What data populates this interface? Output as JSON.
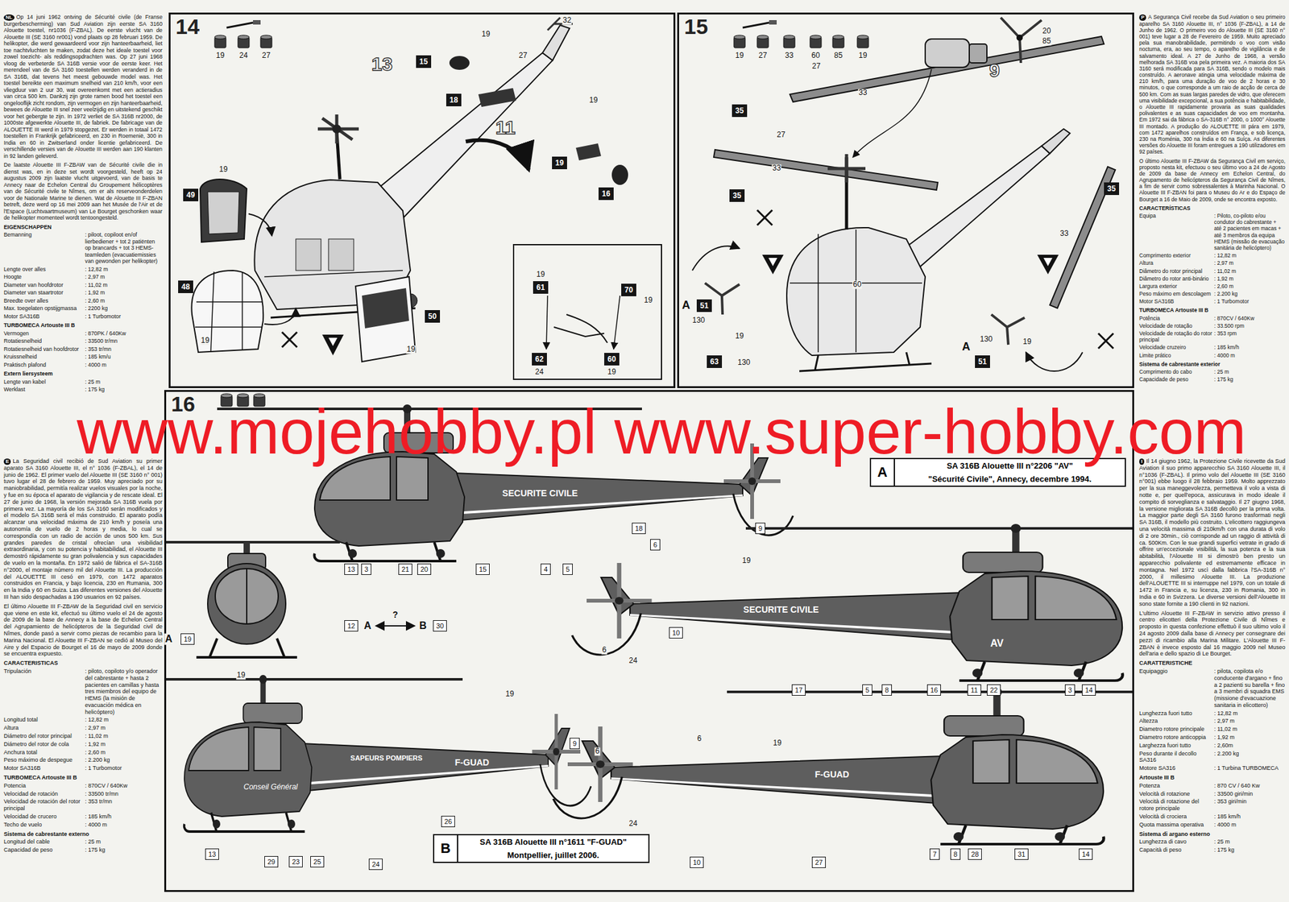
{
  "diagram": {
    "nodes": [
      {
        "text": [
          "14"
        ]
      },
      {
        "text": [
          "15"
        ],
        "in": 0
      },
      {
        "text": [
          "18"
        ],
        "in": 0
      },
      {
        "text": [
          "19"
        ],
        "in": 0
      },
      {
        "text": [
          "16"
        ],
        "in": 0
      },
      {
        "text": [
          "49"
        ],
        "in": 0
      },
      {
        "text": [
          "48"
        ],
        "in": 0
      },
      {
        "text": [
          "50"
        ],
        "in": 0
      },
      {
        "text": [
          "61"
        ],
        "in": 0
      },
      {
        "text": [
          "70"
        ],
        "in": 0
      },
      {
        "text": [
          "62"
        ],
        "in": 0
      },
      {
        "text": [
          "60"
        ],
        "in": 0
      },
      {
        "text": [
          "15"
        ]
      },
      {
        "text": [
          "35"
        ],
        "in": 12
      },
      {
        "text": [
          "35"
        ],
        "in": 12
      },
      {
        "text": [
          "35"
        ],
        "in": 12
      },
      {
        "text": [
          "51"
        ],
        "in": 12
      },
      {
        "text": [
          "63"
        ],
        "in": 12
      },
      {
        "text": [
          "51"
        ],
        "in": 12
      },
      {
        "text": [
          "16"
        ]
      },
      {
        "text": [
          "A",
          "SA 316B Alouette III n°2206 \"AV\"",
          "\"Sécurité Civile\", Annecy, decembre 1994."
        ],
        "in": 19
      },
      {
        "text": [
          "13"
        ],
        "in": 19
      },
      {
        "text": [
          "3"
        ],
        "in": 19
      },
      {
        "text": [
          "21"
        ],
        "in": 19
      },
      {
        "text": [
          "20"
        ],
        "in": 19
      },
      {
        "text": [
          "15"
        ],
        "in": 19
      },
      {
        "text": [
          "4"
        ],
        "in": 19
      },
      {
        "text": [
          "5"
        ],
        "in": 19
      },
      {
        "text": [
          "18"
        ],
        "in": 19
      },
      {
        "text": [
          "9"
        ],
        "in": 19
      },
      {
        "text": [
          "6"
        ],
        "in": 19
      },
      {
        "text": [
          "12"
        ],
        "in": 19
      },
      {
        "text": [
          "30"
        ],
        "in": 19
      },
      {
        "text": [
          "19"
        ],
        "in": 19
      },
      {
        "text": [
          "10"
        ],
        "in": 19
      },
      {
        "text": [
          "17"
        ],
        "in": 19
      },
      {
        "text": [
          "5"
        ],
        "in": 19
      },
      {
        "text": [
          "8"
        ],
        "in": 19
      },
      {
        "text": [
          "16"
        ],
        "in": 19
      },
      {
        "text": [
          "11"
        ],
        "in": 19
      },
      {
        "text": [
          "22"
        ],
        "in": 19
      },
      {
        "text": [
          "3"
        ],
        "in": 19
      },
      {
        "text": [
          "14"
        ],
        "in": 19
      },
      {
        "text": [
          "9"
        ],
        "in": 19
      },
      {
        "text": [
          "13"
        ],
        "in": 19
      },
      {
        "text": [
          "29"
        ],
        "in": 19
      },
      {
        "text": [
          "23"
        ],
        "in": 19
      },
      {
        "text": [
          "25"
        ],
        "in": 19
      },
      {
        "text": [
          "24"
        ],
        "in": 19
      },
      {
        "text": [
          "B",
          "SA 316B Alouette III n°1611 \"F-GUAD\"",
          "Montpellier, juillet 2006."
        ],
        "in": 19
      },
      {
        "text": [
          "26"
        ],
        "in": 19
      },
      {
        "text": [
          "10"
        ],
        "in": 19
      },
      {
        "text": [
          "27"
        ],
        "in": 19
      },
      {
        "text": [
          "7"
        ],
        "in": 19
      },
      {
        "text": [
          "8"
        ],
        "in": 19
      },
      {
        "text": [
          "28"
        ],
        "in": 19
      },
      {
        "text": [
          "31"
        ],
        "in": 19
      },
      {
        "text": [
          "14"
        ],
        "in": 19
      }
    ],
    "labels": [
      "www.mojehobby.pl www.super-hobby.com",
      "19",
      "24",
      "27",
      "32",
      "27",
      "19",
      "13",
      "11",
      "19",
      "19",
      "19",
      "19",
      "19",
      "24",
      "19",
      "19",
      "19",
      "27",
      "33",
      "60",
      "85",
      "19",
      "20",
      "85",
      "27",
      "33",
      "9",
      "27",
      "33",
      "33",
      "60",
      "A",
      "130",
      "19",
      "130",
      "130",
      "19",
      "A",
      "SECURITE CIVILE",
      "19",
      "6",
      "24",
      "SECURITE CIVILE",
      "AV",
      "A",
      "A",
      "?",
      "B",
      "19",
      "Conseil Général",
      "SAPEURS POMPIERS",
      "F-GUAD",
      "19",
      "6",
      "6",
      "24",
      "19",
      "F-GUAD",
      "NL",
      "Op 14 juni 1962 ontving de Sécurité civile (de Franse burgerbescherming) van Sud Aviation zijn eerste SA 3160 Alouette toestel, nr1036 (F-ZBAL). De eerste vlucht van de Alouette III (SE 3160 nr001) vond plaats op 28 februari 1959. De helikopter, die werd gewaardeerd voor zijn hanteerbaarheid, liet toe nachtvluchten te maken, zodat deze het ideale toestel voor zowel toezicht- als reddingsopdrachten was. Op 27 juni 1968 vloog de verbeterde SA 316B versie voor de eerste keer. Het merendeel van de SA 3160 toestellen werden veranderd in de SA 316B, dat tevens het meest gebouwde model was. Het toestel bereikte een maximum snelheid van 210 km/h, voor een vliegduur van 2 uur 30, wat overeenkomt met een actieradius van circa 500 km. Dankzij zijn grote ramen bood het toestel een ongelooflijk zicht rondom, zijn vermogen en zijn hanteerbaarheid, bewees de Alouette III snel zeer veelzijdig en uitstekend geschikt voor het gebergte te zijn. In 1972 verliet de SA 316B nr2000, de 1000ste afgewerkte Alouette III, de fabriek. De fabricage van de ALOUETTE III werd in 1979 stopgezet. Er werden in totaal 1472 toestellen in Frankrijk gefabriceerd, en 230 in Roemenië, 300 in India en 60 in Zwitserland onder licentie gefabriceerd. De verschillende versies van de Alouette III werden aan 190 klanten in 92 landen geleverd.",
      "De laatste Alouette III F-ZBAW van de Sécurité civile die in dienst was, en in deze set wordt voorgesteld, heeft op 24 augustus 2009 zijn laatste vlucht uitgevoerd, van de basis te Annecy naar de Echelon Central du Groupement hélicoptères van de Sécurité civile te Nîmes, om er als reserveonderdelen voor de Nationale Marine te dienen. Wat de Alouette III F-ZBAN betreft, deze werd op 16 mei 2009 aan het Musée de l'Air et de l'Espace (Luchtvaartmuseum) van Le Bourget geschonken waar de helikopter momenteel wordt tentoongesteld.",
      "EIGENSCHAPPEN",
      "Bemanning",
      ": piloot, copiloot en/of lierbediener + tot 2 patiënten op brancards + tot 3 HEMS-teamleden (evacuatiemissies van gewonden per helikopter)",
      "Lengte over alles",
      ": 12,82 m",
      "Hoogte",
      ": 2,97 m",
      "Diameter van hoofdrotor",
      ": 11,02 m",
      "Diameter van staartrotor",
      ": 1,92 m",
      "Breedte over alles",
      ": 2,60 m",
      "Max. toegelaten opstijgmassa",
      ": 2200 kg",
      "Motor SA316B",
      ": 1 Turbomotor",
      "TURBOMECA Artouste III B",
      "Vermogen",
      ": 870PK / 640Kw",
      "Rotatiesnelheid",
      ": 33500 tr/mn",
      "Rotatiesnelheid van hoofdrotor",
      ": 353 tr/mn",
      "Kruissnelheid",
      ": 185 km/u",
      "Praktisch plafond",
      ": 4000 m",
      "Extern liersysteem",
      "Lengte van kabel",
      ": 25 m",
      "Werklast",
      ": 175 kg",
      "E",
      "La Seguridad civil recibió de Sud Aviation su primer aparato SA 3160 Alouette III, el n° 1036 (F-ZBAL), el 14 de junio de 1962. El primer vuelo del Alouette III (SE 3160 n° 001) tuvo lugar el 28 de febrero de 1959. Muy apreciado por su maniobrabilidad, permitía realizar vuelos visuales por la noche, y fue en su época el aparato de vigilancia y de rescate ideal. El 27 de junio de 1968, la versión mejorada SA 316B vuela por primera vez. La mayoría de los SA 3160 serán modificados y el modelo SA 316B será el más construido. El aparato podía alcanzar una velocidad máxima de 210 km/h y poseía una autonomía de vuelo de 2 horas y media, lo cual se correspondía con un radio de acción de unos 500 km. Sus grandes paredes de cristal ofrecían una visibilidad extraordinaria, y con su potencia y habitabilidad, el Alouette III demostró rápidamente su gran polivalencia y sus capacidades de vuelo en la montaña. En 1972 salió de fábrica el SA-316B n°2000, el montaje número mil del Alouette III. La producción del ALOUETTE III cesó en 1979, con 1472 aparatos construidos en Francia, y bajo licencia, 230 en Rumania, 300 en la India y 60 en Suiza. Las diferentes versiones del Alouette III han sido despachadas a 190 usuarios en 92 países.",
      "El último Alouette III F-ZBAW de la Seguridad civil en servicio que viene en este kit, efectuó su último vuelo el 24 de agosto de 2009 de la base de Annecy a la base de Echelon Central del Agrupamiento de helicópteros de la Seguridad civil de Nîmes, donde pasó a servir como piezas de recambio para la Marina Nacional. El Alouette III F-ZBAN se cedió al Museo del Aire y del Espacio de Bourget el 16 de mayo de 2009 donde se encuentra expuesto.",
      "CARACTERISTICAS",
      "Tripulación",
      ": piloto, copiloto y/o operador del cabrestante + hasta 2 pacientes en camillas y hasta tres miembros del equipo de HEMS (la misión de evacuación médica en helicóptero)",
      "Longitud total",
      ": 12,82 m",
      "Altura",
      ": 2,97 m",
      "Diámetro del rotor principal",
      ": 11,02 m",
      "Diámetro del rotor de cola",
      ": 1,92 m",
      "Anchura total",
      ": 2,60 m",
      "Peso máximo de despegue",
      ": 2.200 kg",
      "Motor SA316B",
      ": 1 Turbomotor",
      "TURBOMECA Artouste III B",
      "Potencia",
      ": 870CV / 640Kw",
      "Velocidad de rotación",
      ": 33500 tr/mn",
      "Velocidad de rotación del rotor principal",
      ": 353 tr/mn",
      "Velocidad de crucero",
      ": 185 km/h",
      "Techo de vuelo",
      ": 4000 m",
      "Sistema de cabrestante externo",
      "Longitud del cable",
      ": 25 m",
      "Capacidad de peso",
      ": 175 kg",
      "P",
      "A Segurança Civil recebe da Sud Aviation o seu primeiro aparelho SA 3160 Alouette III, n° 1036 (F-ZBAL), a 14 de Junho de 1962. O primeiro voo do Alouette III (SE 3160 n° 001) teve lugar a 28 de Fevereiro de 1959. Muito apreciado pela sua manobrabilidade, permitindo o voo com visão nocturna, era, ao seu tempo, o aparelho de vigilância e de salvamento ideal. A 27 de Junho de 1968, a versão melhorada SA 316B voa pela primeira vez. A maioria dos SA 3160 será modificada para SA 316B, sendo o modelo mais construído. A aeronave atingia uma velocidade máxima de 210 km/h, para uma duração de voo de 2 horas e 30 minutos, o que corresponde a um raio de acção de cerca de 500 km. Com as suas largas paredes de vidro, que oferecem uma visibilidade excepcional, a sua potência e habitabilidade, o Alouette III rapidamente provaria as suas qualidades polivalentes e as suas capacidades de voo em montanha. Em 1972 sai da fábrica o SA-316B n° 2000, o 1000° Alouette III montado. A produção do ALOUETTE III pára em 1979, com 1472 aparelhos construídos em França, e sob licença, 230 na Roménia, 300 na Índia e 60 na Suíça. As diferentes versões do Alouette III foram entregues a 190 utilizadores em 92 países.",
      "O último Alouette III F-ZBAW da Segurança Civil em serviço, proposto nesta kit, efectuou o seu último voo a 24 de Agosto de 2009 da base de Annecy em Echelon Central, do Agrupamento de helicópteros da Segurança Civil de Nîmes, a fim de servir como sobressalentes à Marinha Nacional. O Alouette III F-ZBAN foi para o Museu do Ar e do Espaço de Bourget a 16 de Maio de 2009, onde se encontra exposto.",
      "CARACTERÍSTICAS",
      "Equipa",
      ": Piloto, co-piloto e/ou condutor do cabrestante + até 2 pacientes em macas + até 3 membros da equipa HEMS (missão de evacuação sanitária de helicóptero)",
      "Comprimento exterior",
      ": 12,82 m",
      "Altura",
      ": 2,97 m",
      "Diâmetro do rotor principal",
      ": 11,02 m",
      "Diâmetro do rotor anti-binário",
      ": 1,92 m",
      "Largura exterior",
      ": 2,60 m",
      "Peso máximo em descolagem",
      ": 2.200 kg",
      "Motor SA316B",
      ": 1 Turbomotor",
      "TURBOMECA Artouste III B",
      "Potência",
      ": 870CV / 640Kw",
      "Velocidade de rotação",
      ": 33.500 rpm",
      "Velocidade de rotação do rotor principal",
      ": 353 rpm",
      "Velocidade cruzeiro",
      ": 185 km/h",
      "Limite prático",
      ": 4000 m",
      "Sistema de cabrestante exterior",
      "Comprimento do cabo",
      ": 25 m",
      "Capacidade de peso",
      ": 175 kg",
      "I",
      "Il 14 giugno 1962, la Protezione Civile ricevette da Sud Aviation il suo primo apparecchio SA 3160 Alouette III, il n°1036 (F-ZBAL). Il primo volo del Alouette III (SE 3160 n°001) ebbe luogo il 28 febbraio 1959. Molto apprezzato per la sua maneggevolezza, permetteva il volo a vista di notte e, per quell'epoca, assicurava in modo ideale il compito di sorveglianza e salvataggio. Il 27 giugno 1968, la versione migliorata SA 316B decollò per la prima volta. La maggior parte degli SA 3160 furono trasformati negli SA 316B, il modello più costruito. L'elicottero raggiungeva una velocità massima di 210km/h con una durata di volo di 2 ore 30min., ciò corrisponde ad un raggio di attività di ca. 500Km. Con le sue grandi superfici vetrate in grado di offrire un'eccezionale visibilità, la sua potenza e la sua abitabilità, l'Alouette III si dimostrò ben presto un apparecchio polivalente ed estremamente efficace in montagna. Nel 1972 uscì dalla fabbrica l'SA-316B n° 2000, il millesimo Alouette III. La produzione dell'ALOUETTE III si interruppe nel 1979, con un totale di 1472 in Francia e, su licenza, 230 in Romania, 300 in India e 60 in Svizzera. Le diverse versioni dell'Alouette III sono state fornite a 190 clienti in 92 nazioni.",
      "L'ultimo Alouette III F-ZBAW in servizio attivo presso il centro elicotteri della Protezione Civile di Nîmes e proposto in questa confezione effettuò il suo ultimo volo il 24 agosto 2009 dalla base di Annecy per consegnare dei pezzi di ricambio alla Marina Militare. L'Alouette III F-ZBAN è invece esposto dal 16 maggio 2009 nel Museo dell'aria e dello spazio di Le Bourget.",
      "CARATTERISTICHE",
      "Equipaggio",
      ": pilota, copilota e/o conducente d'argano + fino a 2 pazienti su barella + fino a 3 membri di squadra EMS (missione d'evacuazione sanitaria in elicottero)",
      "Lunghezza fuori tutto",
      ": 12,82 m",
      "Altezza",
      ": 2,97 m",
      "Diametro rotore principale",
      ": 11,02 m",
      "Diametro rotore anticoppia",
      ": 1,92 m",
      "Larghezza fuori tutto",
      ": 2,60m",
      "Peso durante il decollo SA316",
      ": 2.200 kg",
      "Motore SA316",
      ": 1 Turbina TURBOMECA",
      "Artouste III B",
      "Potenza",
      ": 870 CV / 640 Kw",
      "Velocità di rotazione",
      ": 33500 giri/min",
      "Velocità di rotazione del rotore principale",
      ": 353 giri/min",
      "Velocità di crociera",
      ": 185 km/h",
      "Quota massima operativa",
      ": 4000 m",
      "Sistema di argano esterno",
      "Lunghezza di cavo",
      ": 25 m",
      "Capacità di peso",
      ": 175 kg"
    ]
  }
}
